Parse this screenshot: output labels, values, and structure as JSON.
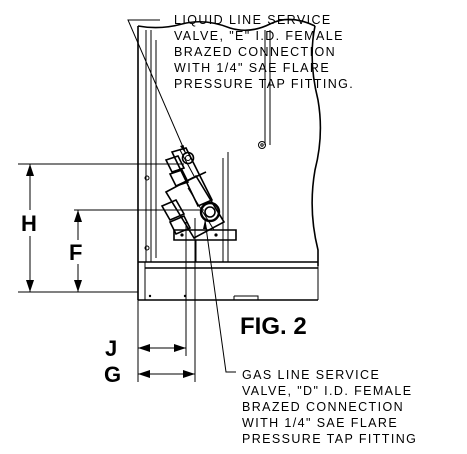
{
  "liquid_note": {
    "lines": [
      "LIQUID LINE SERVICE",
      "VALVE, \"E\" I.D. FEMALE",
      "BRAZED CONNECTION",
      "WITH 1/4\" SAE FLARE",
      "PRESSURE TAP FITTING."
    ]
  },
  "gas_note": {
    "lines": [
      "GAS LINE SERVICE",
      "VALVE, \"D\" I.D. FEMALE",
      "BRAZED CONNECTION",
      "WITH 1/4\" SAE FLARE",
      "PRESSURE TAP FITTING"
    ]
  },
  "dimensions": {
    "h": "H",
    "f": "F",
    "j": "J",
    "g": "G"
  },
  "figure_label": "FIG. 2"
}
